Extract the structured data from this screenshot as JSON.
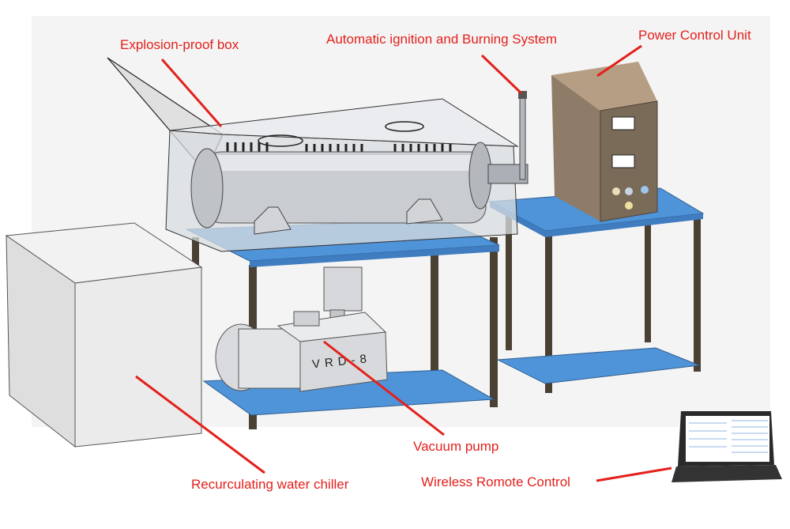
{
  "labels": {
    "explosion_box": "Explosion-proof box",
    "ignition": "Automatic ignition and Burning System",
    "power": "Power Control Unit",
    "vacuum": "Vacuum pump",
    "chiller": "Recurculating water chiller",
    "wireless": "Wireless Romote Control"
  },
  "vacuum_pump_brand": "VRD-8",
  "colors": {
    "label_text": "#e3211c",
    "leader_line": "#e3211c",
    "table_top": "#4f93d8",
    "table_leg": "#4a4034",
    "cabinet": "#7a6a58",
    "chiller": "#e9e9e9"
  }
}
